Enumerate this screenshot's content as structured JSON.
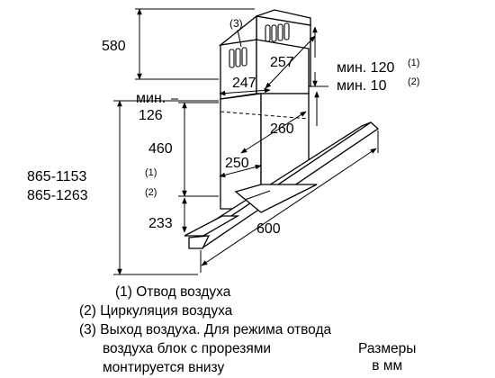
{
  "drawing": {
    "labels": {
      "top_height": "580",
      "slot_marker": "(3)",
      "chimney_depth": "257",
      "chimney_width": "247",
      "min_label": "мин.",
      "min_value": "126",
      "chimney_height": "460",
      "hood_depth": "260",
      "lower_width": "250",
      "bottom_height": "233",
      "total_height_1": "865-1153",
      "total_height_1_ref": "(1)",
      "total_height_2": "865-1263",
      "total_height_2_ref": "(2)",
      "hood_width": "600",
      "clearance_1": "мин. 120",
      "clearance_1_ref": "(1)",
      "clearance_2": "мин. 10",
      "clearance_2_ref": "(2)"
    },
    "colors": {
      "line": "#000000",
      "background": "#ffffff"
    }
  },
  "notes": [
    "(1) Отвод воздуха",
    "(2) Циркуляция воздуха",
    "(3) Выход воздуха. Для режима отвода",
    "воздуха блок с прорезями",
    "монтируется внизу"
  ],
  "units": {
    "line1": "Размеры",
    "line2": "в мм"
  }
}
